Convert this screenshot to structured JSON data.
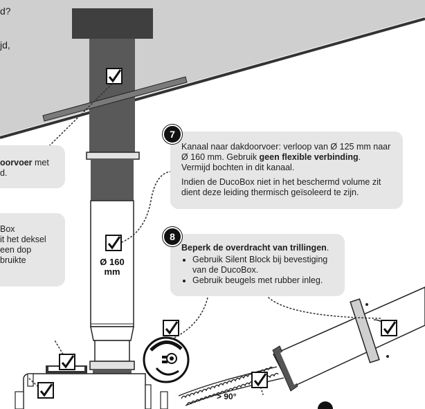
{
  "corner_text": {
    "line1": "d?",
    "line2": "jd,",
    "line3": ""
  },
  "left_bubble_1": {
    "bold": "oorvoer",
    "rest": " met",
    "line2": "d."
  },
  "left_bubble_2": {
    "lines": [
      "Box",
      "it het deksel",
      "een dop",
      "bruikte"
    ]
  },
  "step7": {
    "number": "7",
    "p1_a": "Kanaal naar dakdoorvoer: verloop van Ø 125 mm naar Ø 160 mm. Gebruik ",
    "p1_bold": "geen flexible verbinding",
    "p1_b": ".",
    "p1_c": "Vermijd bochten in dit kanaal.",
    "p2": "Indien de DucoBox niet in het beschermd volume zit dient deze leiding thermisch geïsoleerd te zijn."
  },
  "step8": {
    "number": "8",
    "title": "Beperk de overdracht van trillingen",
    "title_end": ".",
    "items": [
      "Gebruik Silent Block bij bevestiging van de DucoBox.",
      "Gebruik beugels met rubber inleg."
    ]
  },
  "pipe_label": {
    "diameter": "Ø 160",
    "unit": "mm"
  },
  "angle_label": "> 90°",
  "colors": {
    "roof": "#cfcfcf",
    "pipe_dark": "#595959",
    "chimney_cap": "#3f3f3f",
    "bubble": "#e6e6e6"
  }
}
